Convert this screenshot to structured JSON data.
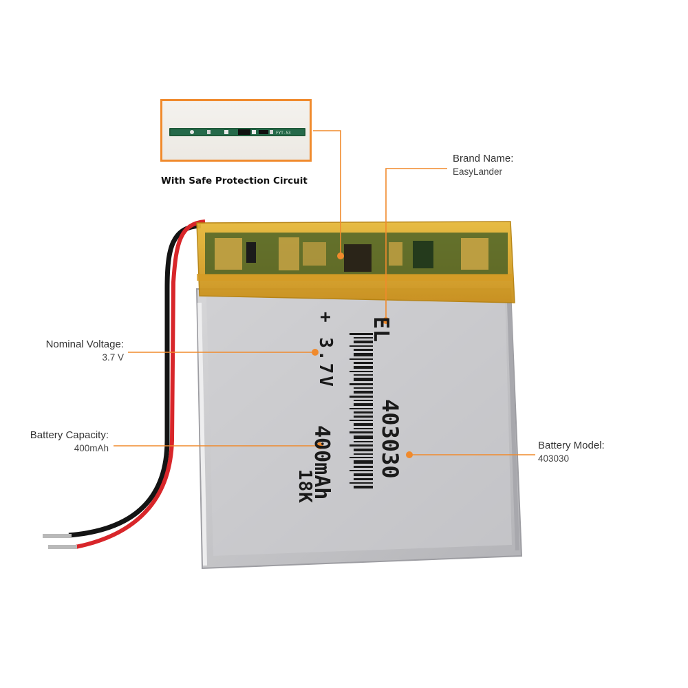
{
  "inset": {
    "title": "With Safe Protection Circuit",
    "pcb_marking": "FYT-53"
  },
  "callouts": {
    "brand": {
      "label": "Brand Name:",
      "value": "EasyLander"
    },
    "voltage": {
      "label": "Nominal Voltage:",
      "value": "3.7 V"
    },
    "capacity": {
      "label": "Battery  Capacity:",
      "value": "400mAh"
    },
    "model": {
      "label": "Battery Model:",
      "value": "403030"
    }
  },
  "battery_print": {
    "voltage": "+ 3.7V",
    "brand": "EL",
    "model": "403030",
    "capacity": "400mAh",
    "date": "18K",
    "polarity_mark": "-"
  },
  "colors": {
    "accent": "#f08a2c",
    "battery_body": "#c9c9cb",
    "tape": "#d9a62a",
    "pcb": "#1f5a3a",
    "wire_red": "#d8262a",
    "wire_black": "#141414"
  }
}
